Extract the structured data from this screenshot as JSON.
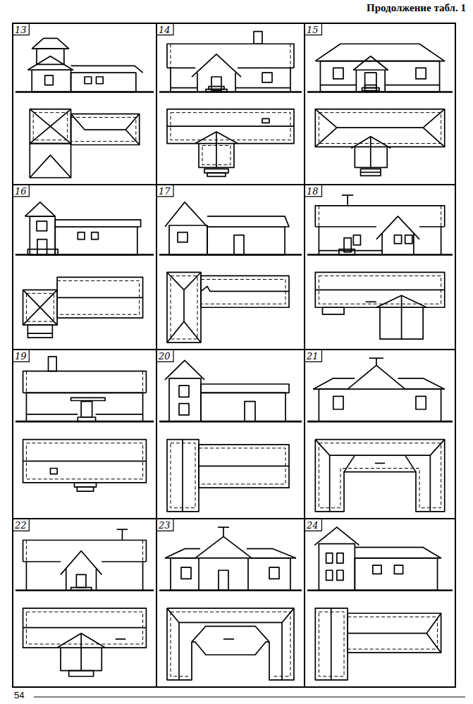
{
  "diagram": {
    "title": "Продолжение табл. 1",
    "labels": [
      "13",
      "14",
      "15",
      "16",
      "17",
      "18",
      "19",
      "20",
      "21",
      "22",
      "23",
      "24",
      "54"
    ]
  }
}
